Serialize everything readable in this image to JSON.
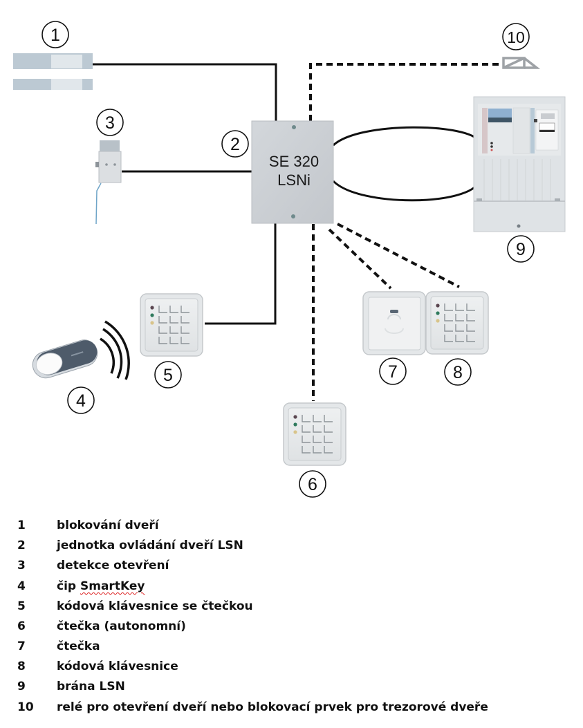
{
  "diagram": {
    "controller_label_line1": "SE 320",
    "controller_label_line2": "LSNi",
    "callouts": [
      "1",
      "2",
      "3",
      "4",
      "5",
      "6",
      "7",
      "8",
      "9",
      "10"
    ],
    "connections": [
      {
        "from": "1",
        "to": "2",
        "style": "solid"
      },
      {
        "from": "3",
        "to": "2",
        "style": "solid"
      },
      {
        "from": "5",
        "to": "2",
        "style": "solid"
      },
      {
        "from": "2",
        "to": "9",
        "style": "solid-loop"
      },
      {
        "from": "2",
        "to": "10",
        "style": "dashed"
      },
      {
        "from": "2",
        "to": "6",
        "style": "dashed"
      },
      {
        "from": "2",
        "to": "7",
        "style": "dashed"
      },
      {
        "from": "2",
        "to": "8",
        "style": "dashed"
      },
      {
        "from": "4",
        "to": "5",
        "style": "wireless"
      }
    ],
    "colors": {
      "line": "#111111",
      "device_gray": "#c9cdd2",
      "relay_gray": "#9ea2a6",
      "chip_dark": "#4e5b6a"
    }
  },
  "legend": {
    "items": [
      {
        "num": "1",
        "label": "blokování dveří"
      },
      {
        "num": "2",
        "label": "jednotka ovládání dveří LSN"
      },
      {
        "num": "3",
        "label": "detekce otevření"
      },
      {
        "num": "4",
        "label_prefix": "čip ",
        "label": "SmartKey"
      },
      {
        "num": "5",
        "label": "kódová klávesnice se čtečkou"
      },
      {
        "num": "6",
        "label": "čtečka (autonomní)"
      },
      {
        "num": "7",
        "label": "čtečka"
      },
      {
        "num": "8",
        "label": "kódová klávesnice"
      },
      {
        "num": "9",
        "label": "brána LSN"
      },
      {
        "num": "10",
        "label": "relé pro otevření dveří nebo blokovací prvek pro trezorové dveře"
      }
    ]
  }
}
